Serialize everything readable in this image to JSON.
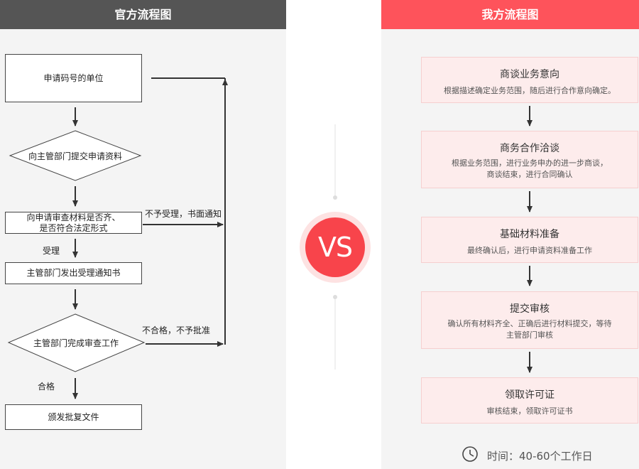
{
  "left": {
    "header": "官方流程图",
    "nodes": {
      "apply_unit": "申请码号的单位",
      "submit": "向主管部门提交申请资料",
      "review_line1": "向申请审查材料是否齐、",
      "review_line2": "是否符合法定形式",
      "notice": "主管部门发出受理通知书",
      "complete": "主管部门完成审查工作",
      "issue": "颁发批复文件"
    },
    "labels": {
      "accept": "受理",
      "reject_notice": "不予受理，书面通知",
      "fail_reject": "不合格，不予批准",
      "pass": "合格"
    }
  },
  "vs": "VS",
  "right": {
    "header": "我方流程图",
    "steps": [
      {
        "title": "商谈业务意向",
        "desc": "根据描述确定业务范围，随后进行合作意向确定。"
      },
      {
        "title": "商务合作洽谈",
        "desc_line1": "根据业务范围，进行业务申办的进一步商谈，",
        "desc_line2": "商谈结束，进行合同确认"
      },
      {
        "title": "基础材料准备",
        "desc": "最终确认后，进行申请资料准备工作"
      },
      {
        "title": "提交审核",
        "desc_line1": "确认所有材料齐全、正确后进行材料提交，等待",
        "desc_line2": "主管部门审核"
      },
      {
        "title": "领取许可证",
        "desc": "审核结束，领取许可证书"
      }
    ],
    "time": "时间：40-60个工作日"
  },
  "colors": {
    "official_header": "#555555",
    "our_header": "#fe535b",
    "vs_circle": "#f8444b",
    "step_bg": "#fdecec"
  },
  "icons": {
    "clock": "clock-icon"
  }
}
